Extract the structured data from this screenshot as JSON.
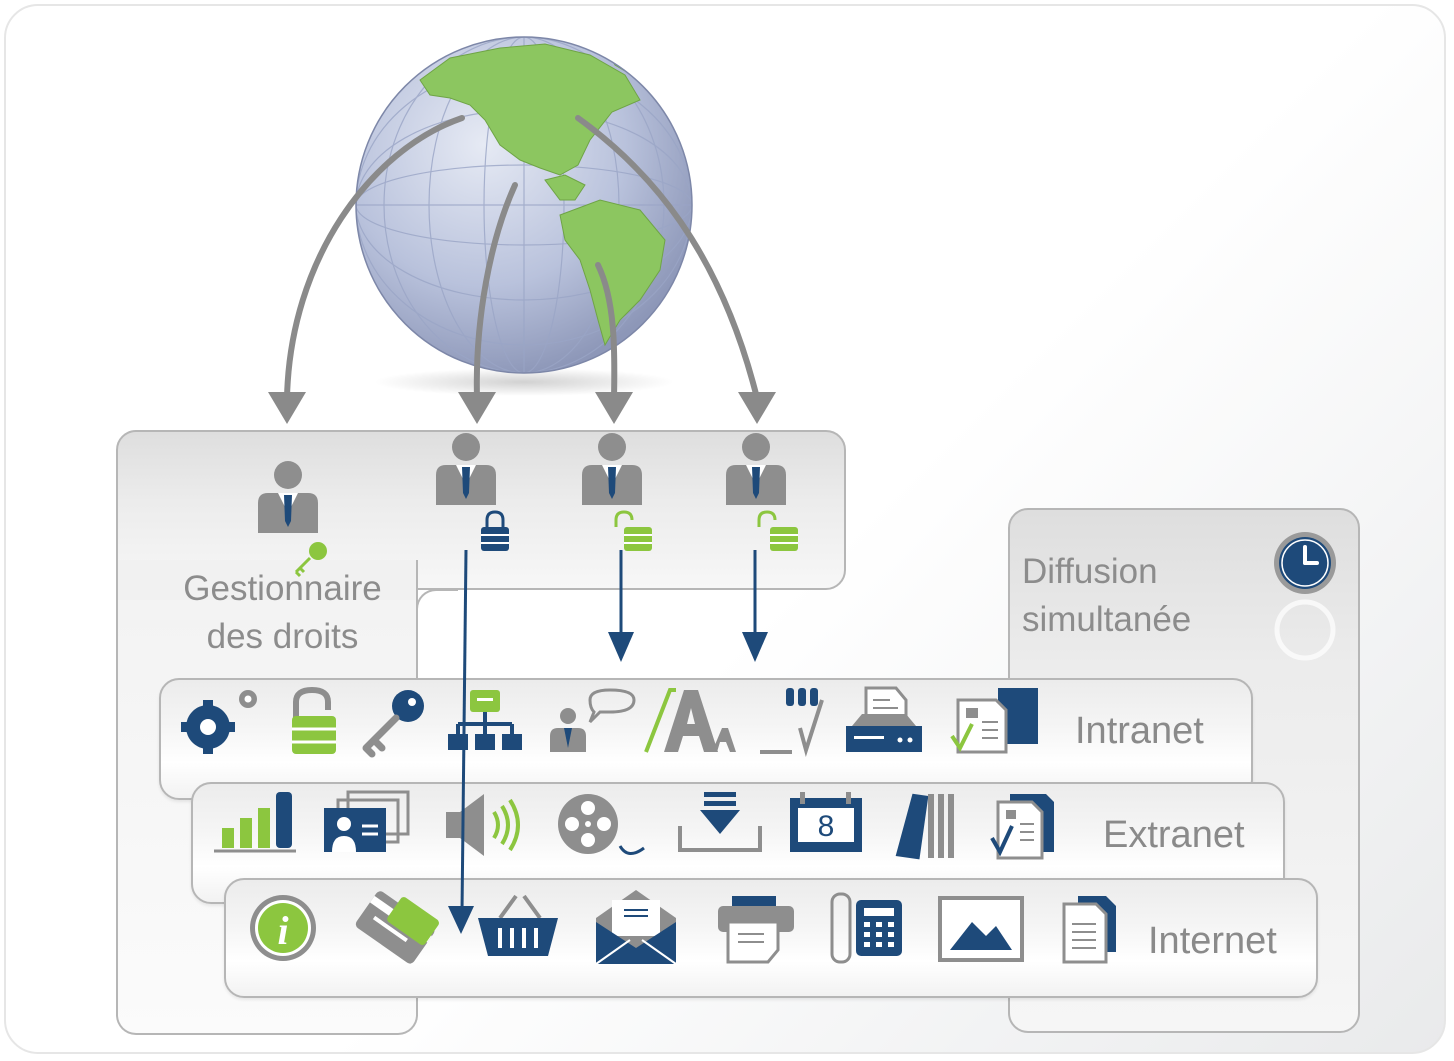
{
  "colors": {
    "navy": "#1e4a7a",
    "green": "#8cc63f",
    "gray_icon": "#8e8e8e",
    "arrow_gray": "#8a8a8a"
  },
  "rights_manager": {
    "label_line1": "Gestionnaire",
    "label_line2": "des droits",
    "users": [
      {
        "icon": "user-key-icon"
      },
      {
        "icon": "user-locked-icon"
      },
      {
        "icon": "user-unlocked-icon"
      },
      {
        "icon": "user-unlocked-icon"
      }
    ]
  },
  "broadcast": {
    "label_line1": "Diffusion",
    "label_line2": "simultanée",
    "icon": "clock-icon"
  },
  "bands": [
    {
      "label": "Intranet",
      "icons": [
        "gears-icon",
        "lock-icon",
        "key-icon",
        "org-chart-icon",
        "user-chat-icon",
        "font-icon",
        "signature-icon",
        "scanner-icon",
        "documents-check-icon"
      ]
    },
    {
      "label": "Extranet",
      "icons": [
        "bar-chart-icon",
        "contact-cards-icon",
        "speaker-icon",
        "film-reel-icon",
        "download-icon",
        "calendar-icon",
        "books-icon",
        "document-check-icon"
      ]
    },
    {
      "label": "Internet",
      "icons": [
        "info-icon",
        "credit-card-icon",
        "shopping-basket-icon",
        "envelope-icon",
        "printer-icon",
        "phone-icon",
        "image-icon",
        "document-icon"
      ]
    }
  ],
  "calendar_day": "8"
}
